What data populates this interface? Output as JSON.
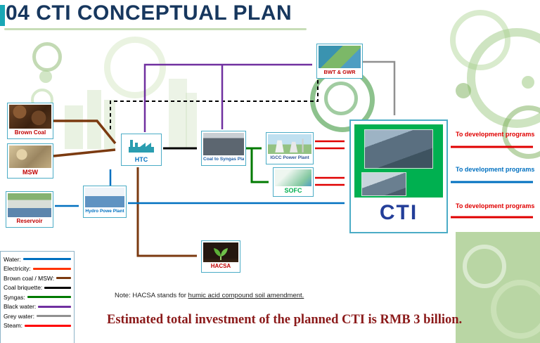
{
  "title": "04 CTI CONCEPTUAL PLAN",
  "nodes": {
    "brown_coal": {
      "label": "Brown Coal",
      "label_color": "#C00000"
    },
    "msw": {
      "label": "MSW",
      "label_color": "#C00000"
    },
    "reservoir": {
      "label": "Reservoir",
      "label_color": "#C00000"
    },
    "htc": {
      "label": "HTC",
      "label_color": "#0070C0"
    },
    "coal_to_syngas": {
      "label": "Coal to Syngas Plant",
      "label_color": "#1F5FA8"
    },
    "igcc": {
      "label": "IGCC Power Plant",
      "label_color": "#2F5496"
    },
    "sofc": {
      "label": "SOFC",
      "label_color": "#00B050"
    },
    "bwt_gwr": {
      "label": "BWT & GWR",
      "label_color": "#C00000"
    },
    "hydro": {
      "label": "Hydro Powe Plant",
      "label_color": "#0070C0"
    },
    "hacsa": {
      "label": "HACSA",
      "label_color": "#C00000"
    },
    "cti": {
      "label": "CTI",
      "label_color": "#233E99"
    }
  },
  "legend": {
    "items": [
      {
        "label": "Water:",
        "color": "#0070C0"
      },
      {
        "label": "Electricity:",
        "color": "#FF3300"
      },
      {
        "label": "Brown coal / MSW:",
        "color": "#7B3A10"
      },
      {
        "label": "Coal briquette:",
        "color": "#000000"
      },
      {
        "label": "Syngas:",
        "color": "#007A00"
      },
      {
        "label": "Black water:",
        "color": "#7030A0"
      },
      {
        "label": "Grey water:",
        "color": "#909090"
      },
      {
        "label": "Steam:",
        "color": "#FF0000"
      }
    ]
  },
  "outputs": [
    {
      "label": "To development programs",
      "color": "#E00000"
    },
    {
      "label": "To development programs",
      "color": "#0070C0"
    },
    {
      "label": "To development programs",
      "color": "#E00000"
    }
  ],
  "note": {
    "prefix": "Note: HACSA stands for ",
    "term": "humic acid compound soil amendment."
  },
  "footer": "Estimated total investment of the planned CTI is RMB 3 billion."
}
